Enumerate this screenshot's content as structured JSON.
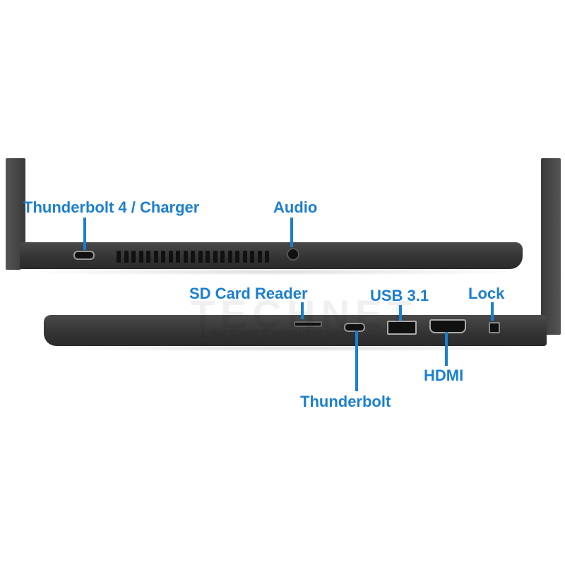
{
  "labels": {
    "thunderbolt_charger": "Thunderbolt 4 / Charger",
    "audio": "Audio",
    "sd_card_reader": "SD Card Reader",
    "usb": "USB 3.1",
    "lock": "Lock",
    "hdmi": "HDMI",
    "thunderbolt": "Thunderbolt"
  },
  "watermark": {
    "brand": "TECHNET",
    "tagline": "Low Cost Computer Shop"
  },
  "colors": {
    "label": "#1b7fd0",
    "chassis": "#3a3a3a"
  }
}
